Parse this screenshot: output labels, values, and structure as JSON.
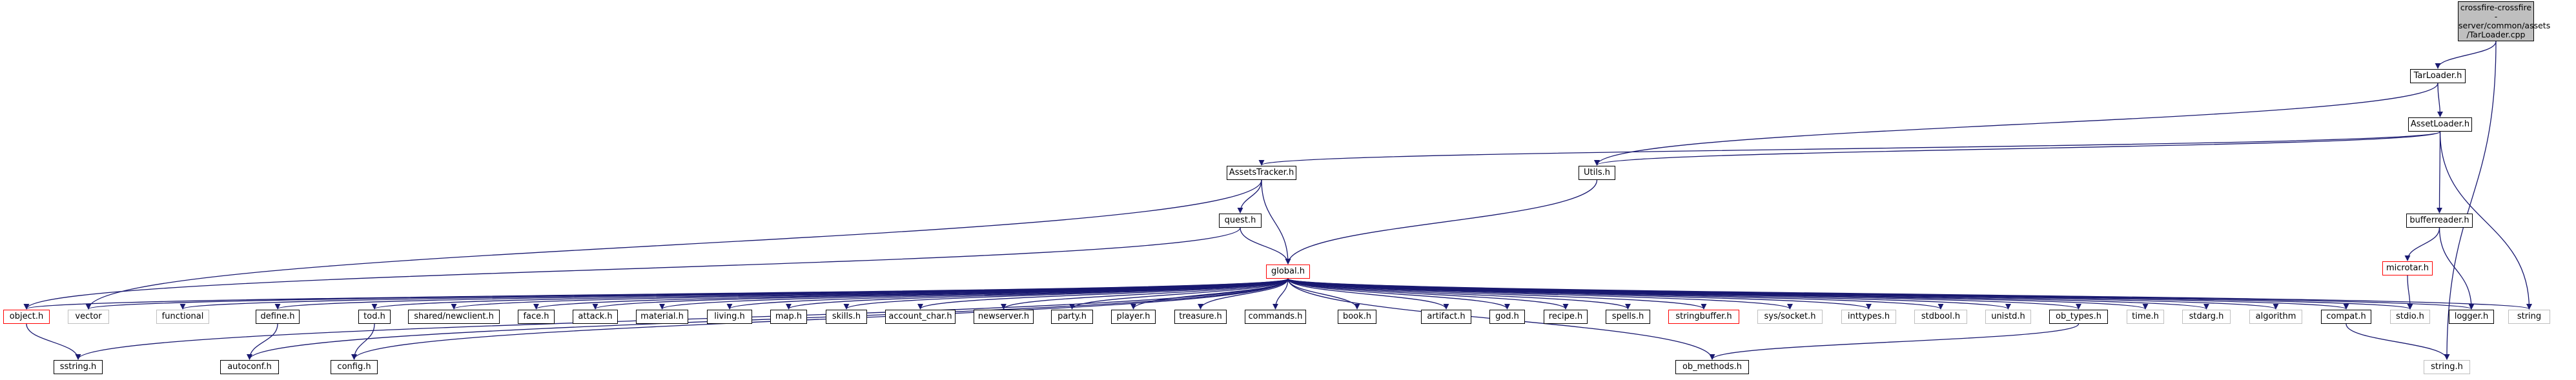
{
  "diagram": {
    "type": "include-dependency-graph",
    "colors": {
      "edge": "#191970",
      "root_fill": "#bfbfbf",
      "normal_border": "#000000",
      "external_border": "#bfbfbf",
      "truncated_border": "#ff0000"
    },
    "root": {
      "lines": [
        "crossfire-crossfire",
        "-server/common/assets",
        "/TarLoader.cpp"
      ]
    },
    "nodes": {
      "tarloader_h": "TarLoader.h",
      "assetloader_h": "AssetLoader.h",
      "assetstracker_h": "AssetsTracker.h",
      "utils_h": "Utils.h",
      "bufferreader_h": "bufferreader.h",
      "quest_h": "quest.h",
      "microtar_h": "microtar.h",
      "global_h": "global.h",
      "object_h": "object.h",
      "vector": "vector",
      "functional": "functional",
      "define_h": "define.h",
      "tod_h": "tod.h",
      "shared_newclient_h": "shared/newclient.h",
      "face_h": "face.h",
      "attack_h": "attack.h",
      "material_h": "material.h",
      "living_h": "living.h",
      "map_h": "map.h",
      "skills_h": "skills.h",
      "account_char_h": "account_char.h",
      "newserver_h": "newserver.h",
      "party_h": "party.h",
      "player_h": "player.h",
      "treasure_h": "treasure.h",
      "commands_h": "commands.h",
      "book_h": "book.h",
      "artifact_h": "artifact.h",
      "god_h": "god.h",
      "recipe_h": "recipe.h",
      "spells_h": "spells.h",
      "stringbuffer_h": "stringbuffer.h",
      "sys_socket_h": "sys/socket.h",
      "inttypes_h": "inttypes.h",
      "stdbool_h": "stdbool.h",
      "unistd_h": "unistd.h",
      "ob_types_h": "ob_types.h",
      "time_h": "time.h",
      "stdarg_h": "stdarg.h",
      "algorithm": "algorithm",
      "compat_h": "compat.h",
      "stdio_h": "stdio.h",
      "logger_h": "logger.h",
      "string": "string",
      "sstring_h": "sstring.h",
      "autoconf_h": "autoconf.h",
      "config_h": "config.h",
      "ob_methods_h": "ob_methods.h",
      "string_h": "string.h"
    },
    "edges": [
      [
        "root",
        "tarloader_h"
      ],
      [
        "root",
        "string_h"
      ],
      [
        "tarloader_h",
        "assetloader_h"
      ],
      [
        "tarloader_h",
        "utils_h"
      ],
      [
        "assetloader_h",
        "assetstracker_h"
      ],
      [
        "assetloader_h",
        "utils_h"
      ],
      [
        "assetloader_h",
        "bufferreader_h"
      ],
      [
        "assetloader_h",
        "string"
      ],
      [
        "assetstracker_h",
        "vector"
      ],
      [
        "assetstracker_h",
        "quest_h"
      ],
      [
        "assetstracker_h",
        "global_h"
      ],
      [
        "utils_h",
        "global_h"
      ],
      [
        "bufferreader_h",
        "microtar_h"
      ],
      [
        "bufferreader_h",
        "logger_h"
      ],
      [
        "microtar_h",
        "stdio_h"
      ],
      [
        "quest_h",
        "global_h"
      ],
      [
        "quest_h",
        "object_h"
      ],
      [
        "global_h",
        "object_h"
      ],
      [
        "global_h",
        "vector"
      ],
      [
        "global_h",
        "functional"
      ],
      [
        "global_h",
        "define_h"
      ],
      [
        "global_h",
        "tod_h"
      ],
      [
        "global_h",
        "shared_newclient_h"
      ],
      [
        "global_h",
        "face_h"
      ],
      [
        "global_h",
        "attack_h"
      ],
      [
        "global_h",
        "material_h"
      ],
      [
        "global_h",
        "living_h"
      ],
      [
        "global_h",
        "map_h"
      ],
      [
        "global_h",
        "skills_h"
      ],
      [
        "global_h",
        "account_char_h"
      ],
      [
        "global_h",
        "newserver_h"
      ],
      [
        "global_h",
        "party_h"
      ],
      [
        "global_h",
        "player_h"
      ],
      [
        "global_h",
        "treasure_h"
      ],
      [
        "global_h",
        "commands_h"
      ],
      [
        "global_h",
        "book_h"
      ],
      [
        "global_h",
        "artifact_h"
      ],
      [
        "global_h",
        "god_h"
      ],
      [
        "global_h",
        "recipe_h"
      ],
      [
        "global_h",
        "spells_h"
      ],
      [
        "global_h",
        "stringbuffer_h"
      ],
      [
        "global_h",
        "sys_socket_h"
      ],
      [
        "global_h",
        "inttypes_h"
      ],
      [
        "global_h",
        "stdbool_h"
      ],
      [
        "global_h",
        "unistd_h"
      ],
      [
        "global_h",
        "ob_types_h"
      ],
      [
        "global_h",
        "time_h"
      ],
      [
        "global_h",
        "stdarg_h"
      ],
      [
        "global_h",
        "algorithm"
      ],
      [
        "global_h",
        "compat_h"
      ],
      [
        "global_h",
        "stdio_h"
      ],
      [
        "global_h",
        "logger_h"
      ],
      [
        "global_h",
        "string"
      ],
      [
        "global_h",
        "sstring_h"
      ],
      [
        "global_h",
        "autoconf_h"
      ],
      [
        "global_h",
        "config_h"
      ],
      [
        "global_h",
        "ob_methods_h"
      ],
      [
        "object_h",
        "sstring_h"
      ],
      [
        "define_h",
        "autoconf_h"
      ],
      [
        "tod_h",
        "config_h"
      ],
      [
        "ob_types_h",
        "ob_methods_h"
      ],
      [
        "compat_h",
        "string_h"
      ]
    ]
  }
}
